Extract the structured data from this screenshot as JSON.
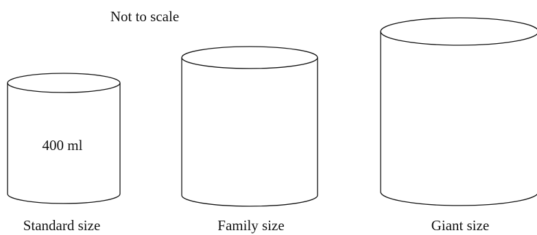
{
  "note": "Not to scale",
  "cans": [
    {
      "label": "Standard size",
      "volume": "400 ml"
    },
    {
      "label": "Family size",
      "volume": ""
    },
    {
      "label": "Giant size",
      "volume": ""
    }
  ]
}
